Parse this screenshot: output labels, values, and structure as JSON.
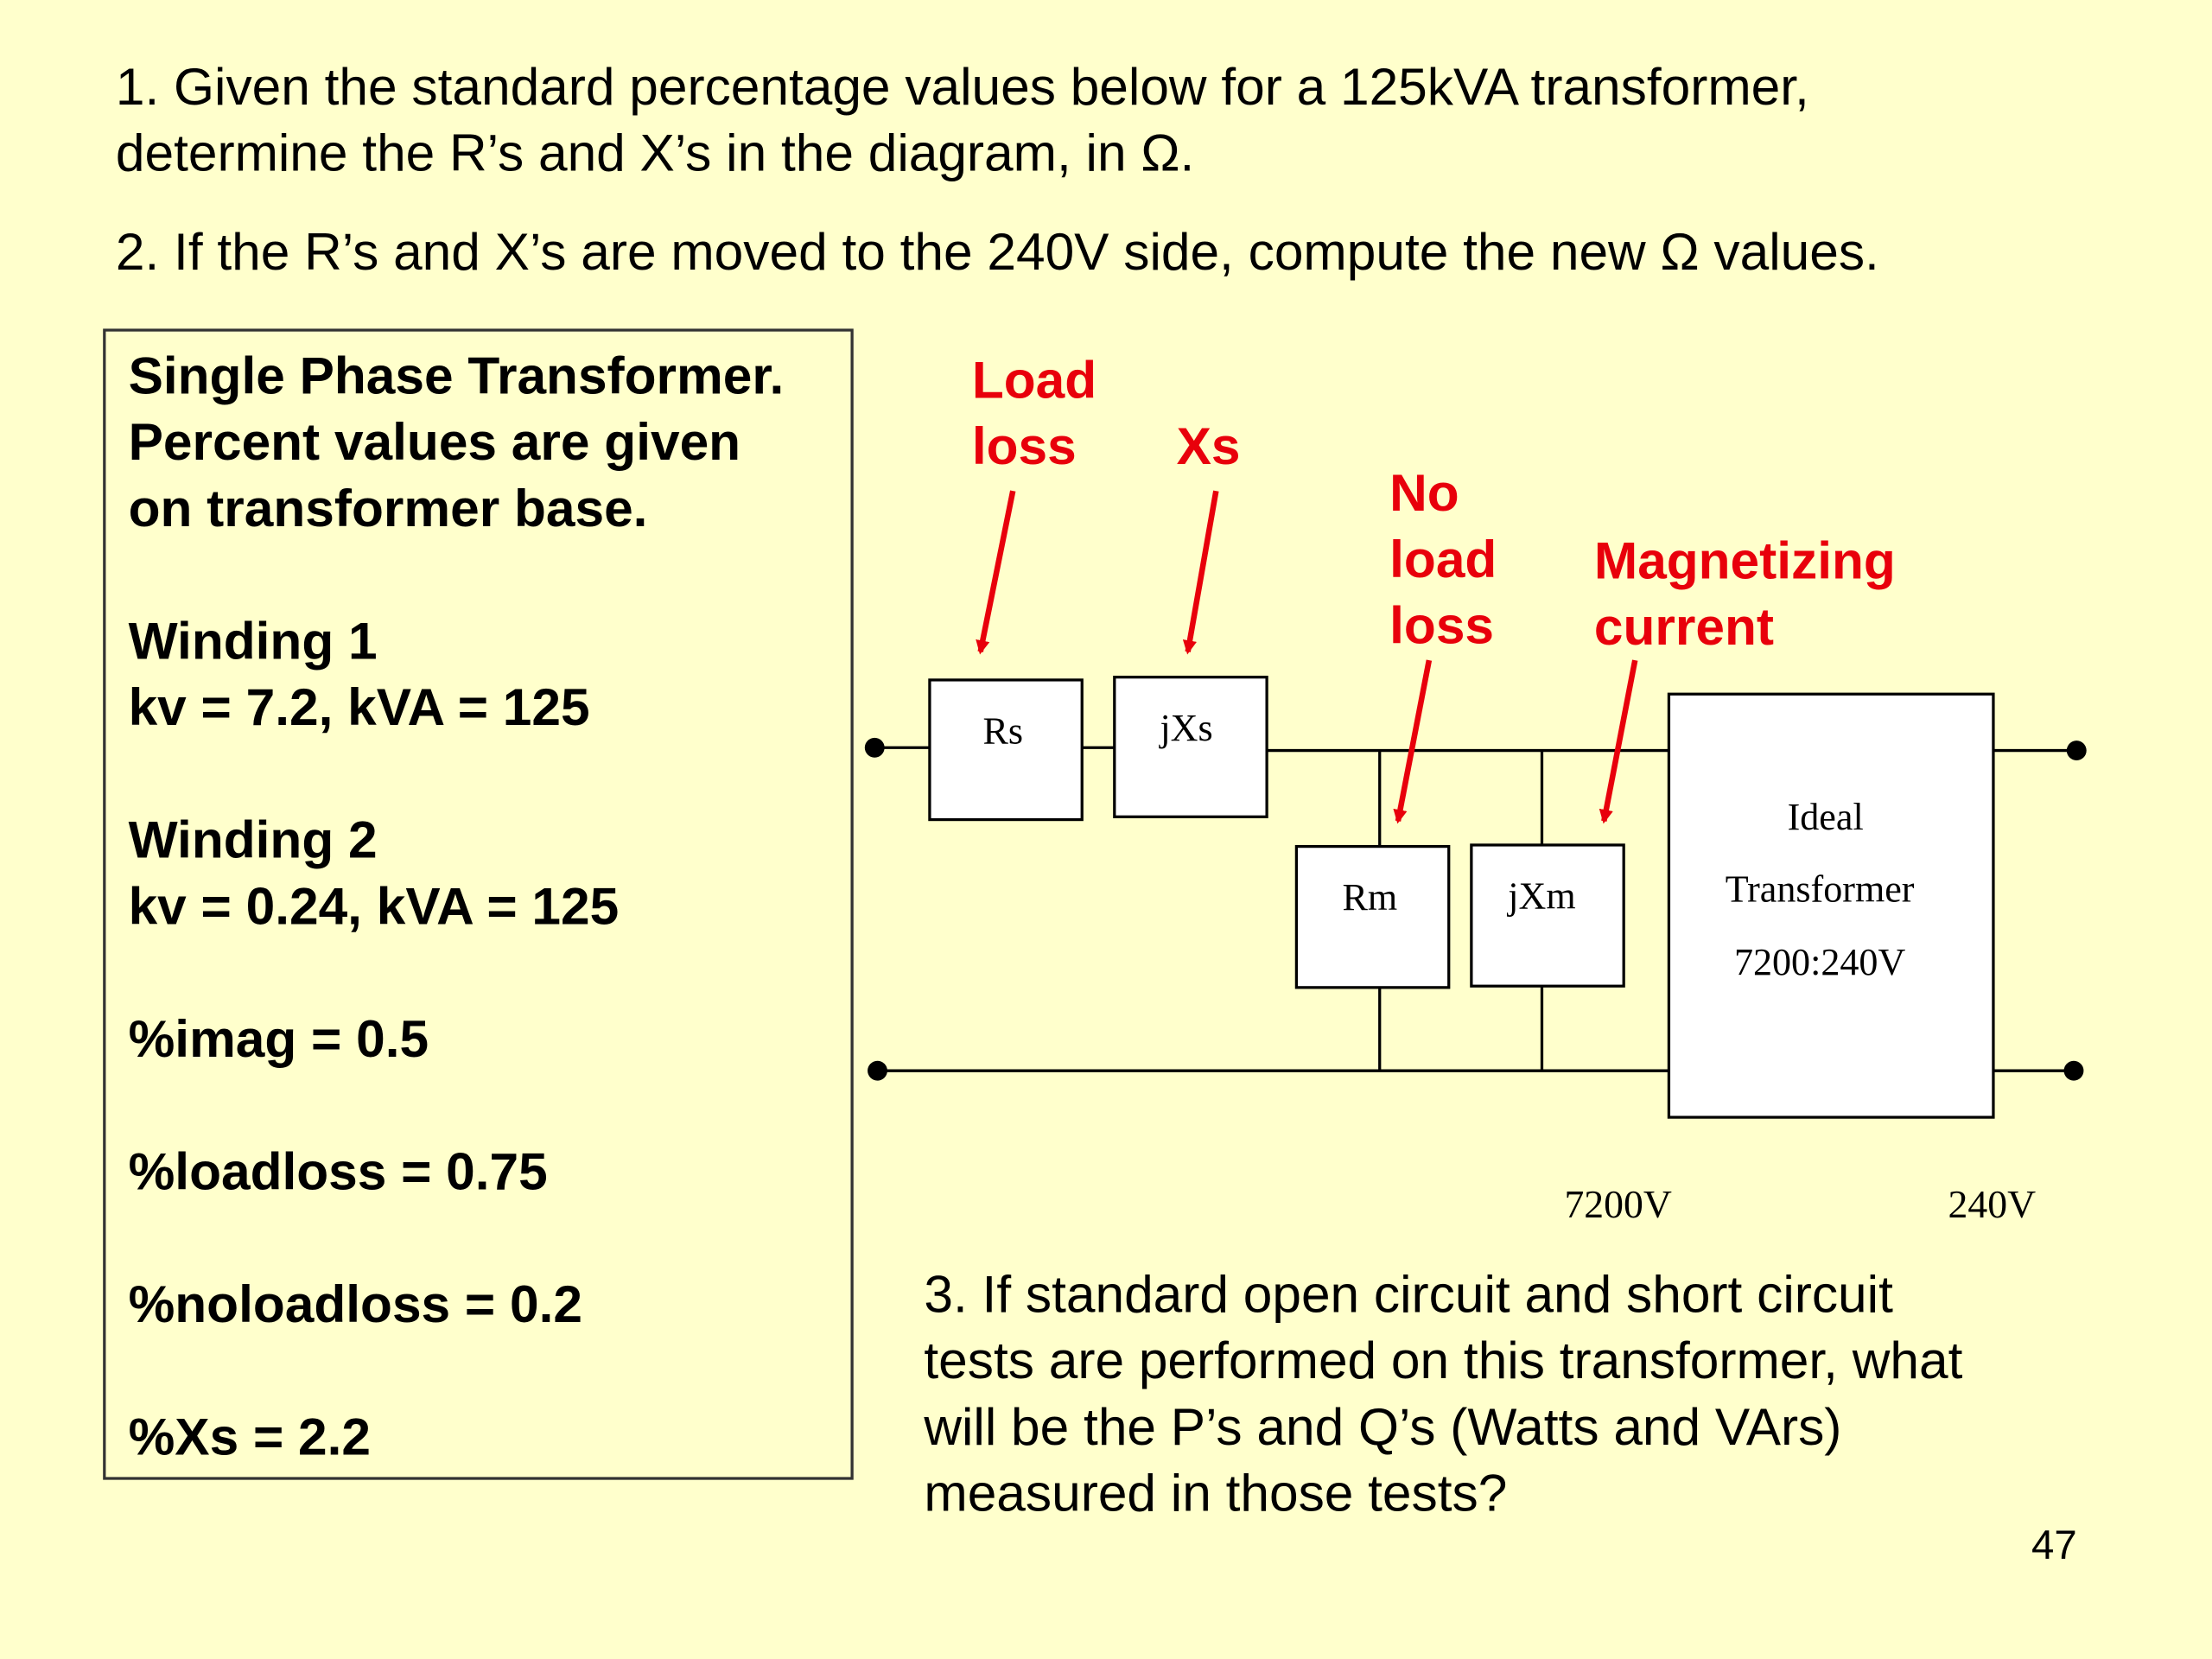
{
  "question1": {
    "line1": "1. Given the standard percentage values below for a 125kVA transformer,",
    "line2": "determine the R’s and X’s in the diagram, in Ω."
  },
  "question2": "2. If the R’s and X’s are moved to the 240V side, compute the new Ω values.",
  "spec": {
    "heading": [
      "Single Phase Transformer.",
      "Percent values are given",
      "on transformer base."
    ],
    "winding1_title": "Winding 1",
    "winding1_values": "kv = 7.2, kVA = 125",
    "winding2_title": "Winding 2",
    "winding2_values": "kv = 0.24, kVA = 125",
    "imag": "%imag = 0.5",
    "loadloss": "%loadloss = 0.75",
    "noloadloss": "%noloadloss = 0.2",
    "xs": "%Xs = 2.2"
  },
  "diagram": {
    "annotations": {
      "load_loss": [
        "Load",
        "loss"
      ],
      "xs": "Xs",
      "no_load_loss": [
        "No",
        "load",
        "loss"
      ],
      "magnetizing_current": [
        "Magnetizing",
        "current"
      ]
    },
    "components": {
      "rs": "Rs",
      "jxs": "jXs",
      "rm": "Rm",
      "jxm": "jXm",
      "ideal_transformer": [
        "Ideal",
        "Transformer",
        "7200:240V"
      ]
    },
    "voltage_labels": {
      "primary": "7200V",
      "secondary": "240V"
    },
    "colors": {
      "annotation": "#E8000B",
      "background": "#FFFFCC"
    }
  },
  "question3": [
    "3. If standard open circuit and short circuit",
    "tests are performed on this transformer, what",
    "will be the P’s and Q’s (Watts and VArs)",
    "measured in those tests?"
  ],
  "page_number": "47"
}
